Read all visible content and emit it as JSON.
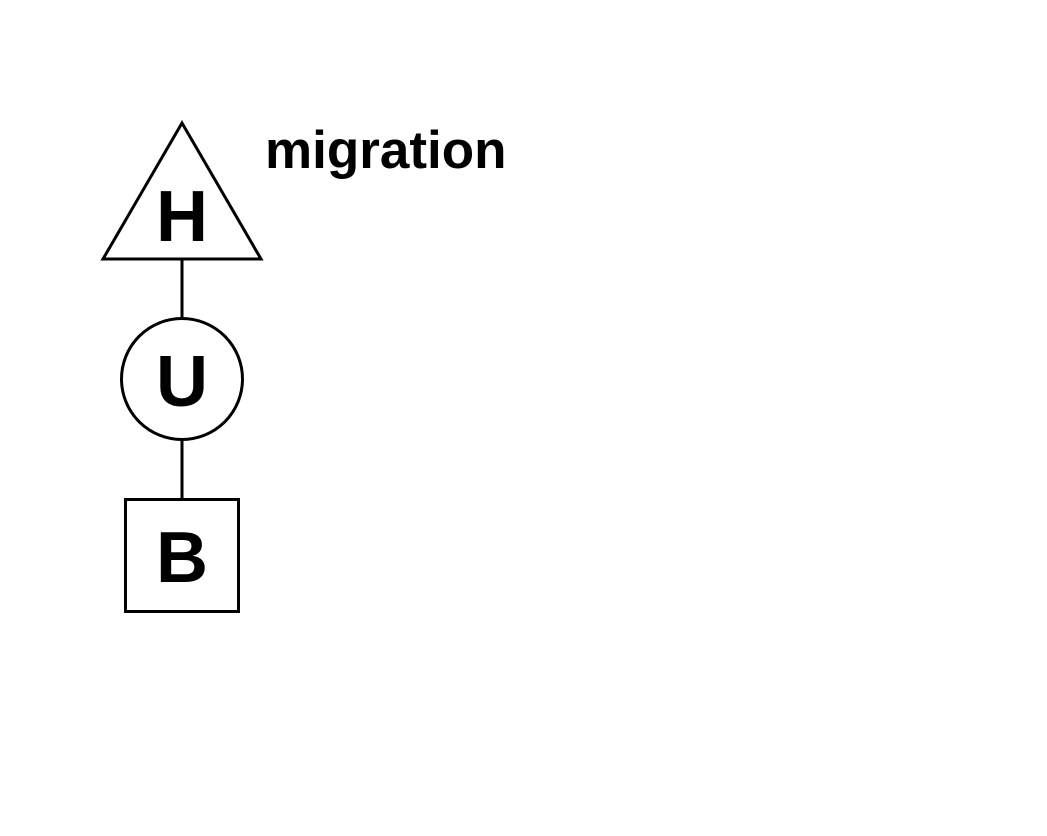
{
  "caption": "migration",
  "nodes": {
    "top": {
      "shape": "triangle",
      "label": "H"
    },
    "middle": {
      "shape": "circle",
      "label": "U"
    },
    "bottom": {
      "shape": "square",
      "label": "B"
    }
  },
  "edges": [
    {
      "from": "top",
      "to": "middle"
    },
    {
      "from": "middle",
      "to": "bottom"
    }
  ],
  "colors": {
    "stroke": "#000000",
    "fill": "#ffffff",
    "text": "#000000"
  }
}
